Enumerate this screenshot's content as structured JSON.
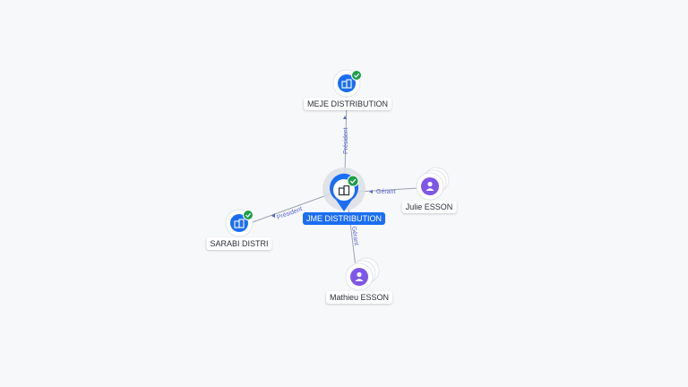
{
  "colors": {
    "company_blue": "#1b6ef3",
    "person_purple": "#7e57e8",
    "verified_green": "#1e9e4a",
    "edge_line": "#9aa3b2",
    "edge_label": "#5b63c9"
  },
  "nodes": {
    "jme": {
      "label": "JME DISTRIBUTION",
      "icon": "building-icon",
      "verified": true
    },
    "meje": {
      "label": "MEJE DISTRIBUTION",
      "icon": "building-icon",
      "verified": true
    },
    "sarabi": {
      "label": "SARABI DISTRI",
      "icon": "building-icon",
      "verified": true
    },
    "julie": {
      "label": "Julie ESSON",
      "icon": "person-icon"
    },
    "mathieu": {
      "label": "Mathieu ESSON",
      "icon": "person-icon"
    }
  },
  "edges": {
    "jme_meje": {
      "label": "Président"
    },
    "jme_sarabi": {
      "label": "Président"
    },
    "julie_jme": {
      "label": "Gérant"
    },
    "mathieu_jme": {
      "label": "Gérant"
    }
  }
}
